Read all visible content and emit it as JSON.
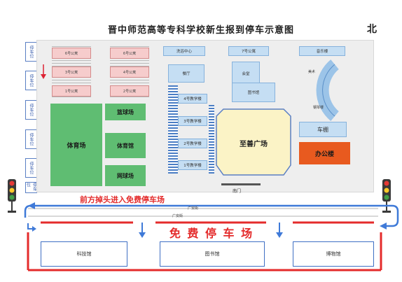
{
  "header": {
    "title": "晋中师范高等专科学校新生报到停车示意图",
    "north_label": "北"
  },
  "parking_spots": [
    "停车位",
    "停车位",
    "停车位",
    "停车位",
    "停车位",
    "停车位"
  ],
  "dorms": [
    "6号公寓",
    "6号公寓",
    "3号公寓",
    "4号公寓",
    "1号公寓",
    "2号公寓"
  ],
  "buildings": {
    "laundry": "洗浴中心",
    "dorm7": "7号公寓",
    "music": "音乐楼",
    "canteen": "餐厅",
    "hall": "会堂",
    "library_campus": "图书馆",
    "teach4": "4号教学楼",
    "teach3": "3号教学楼",
    "teach2": "2号教学楼",
    "teach1": "1号教学楼",
    "arc_top": "美术",
    "arc_bottom": "钢琴楼",
    "carport": "车棚",
    "office": "办公楼",
    "sports_field": "体育场",
    "basketball": "篮球场",
    "gym": "体育馆",
    "tennis": "网球场",
    "plaza": "至善广场",
    "south_gate": "南门"
  },
  "roads": {
    "guangan_1": "广安街",
    "guangan_2": "广安街"
  },
  "annotations": {
    "uturn": "前方掉头进入免费停车场",
    "free_parking": "免 费 停 车 场"
  },
  "outside_buildings": [
    "科技馆",
    "图书馆",
    "博物馆"
  ],
  "colors": {
    "red": "#e42b2b",
    "blue": "#3f6fc4",
    "green": "#5fbd72",
    "orange": "#e85a1f"
  }
}
